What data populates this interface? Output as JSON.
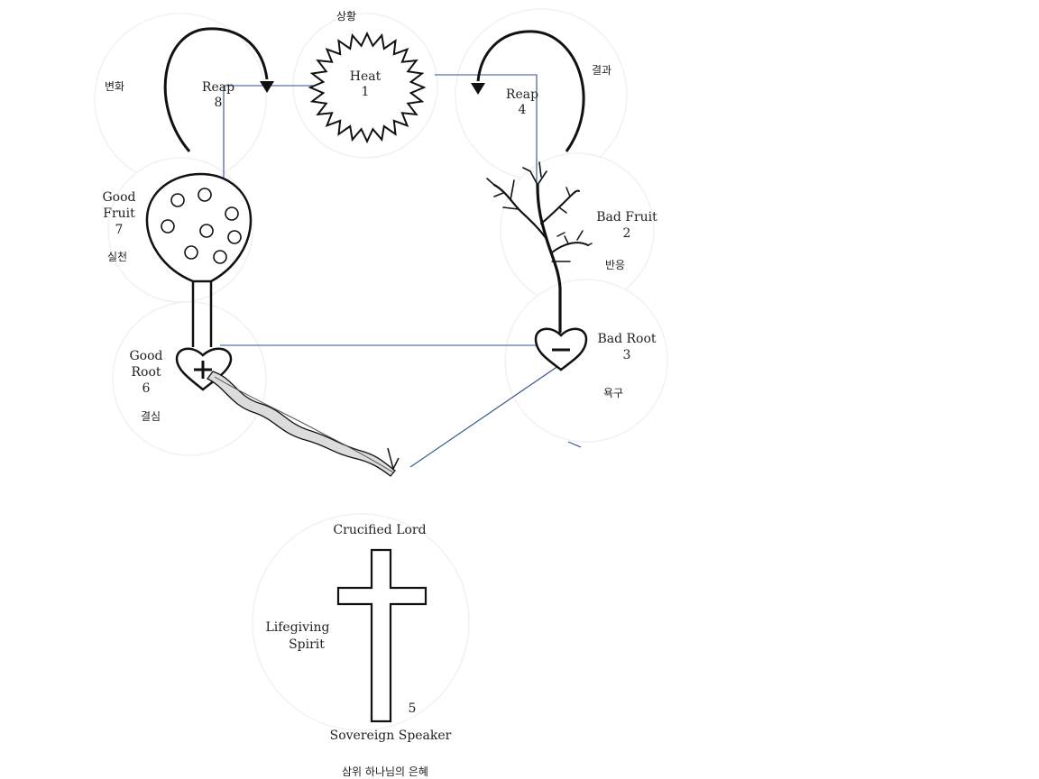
{
  "labels": {
    "heat": "Heat",
    "heat_num": "1",
    "heat_ko": "상황",
    "bad_fruit": "Bad Fruit",
    "bad_fruit_num": "2",
    "bad_fruit_ko": "반응",
    "bad_root": "Bad Root",
    "bad_root_num": "3",
    "bad_root_ko": "욕구",
    "reap_right": "Reap",
    "reap_right_num": "4",
    "reap_right_ko": "결과",
    "cross_num": "5",
    "good_root_line1": "Good",
    "good_root_line2": "Root",
    "good_root_num": "6",
    "good_root_ko": "결심",
    "good_fruit_line1": "Good",
    "good_fruit_line2": "Fruit",
    "good_fruit_num": "7",
    "good_fruit_ko": "실천",
    "reap_left": "Reap",
    "reap_left_num": "8",
    "reap_left_ko": "변화",
    "crucified_lord": "Crucified Lord",
    "lifegiving_line1": "Lifegiving",
    "lifegiving_line2": "Spirit",
    "sovereign_speaker": "Sovereign Speaker",
    "grace_ko": "삼위 하나님의 은혜"
  }
}
